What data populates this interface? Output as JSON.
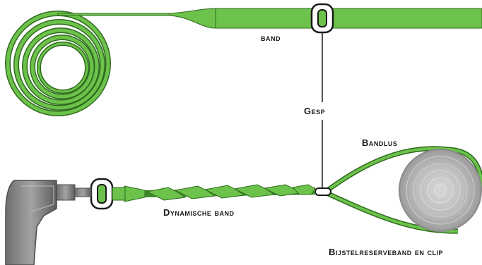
{
  "labels": {
    "band": "band",
    "gesp": "Gesp",
    "bandlus": "Bandlus",
    "dynamische_band": "Dynamische band",
    "bijstel": "Bijstelreserveband en clip"
  },
  "colors": {
    "band_green": "#6cc24a",
    "band_edge": "#2f6b1f",
    "roll_grey": "#a9a9a9",
    "tool_grey": "#8c8c8c",
    "tool_dark": "#4d4d4d",
    "line": "#1a1a1a"
  }
}
